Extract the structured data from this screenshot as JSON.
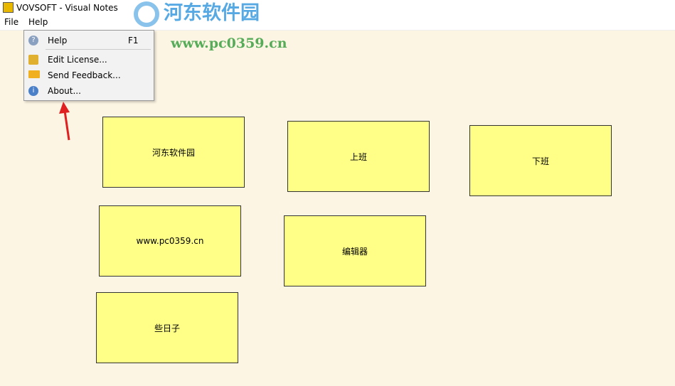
{
  "window": {
    "title": "VOVSOFT - Visual Notes"
  },
  "menubar": {
    "items": [
      "File",
      "Help"
    ]
  },
  "help_menu": {
    "items": [
      {
        "label": "Help",
        "shortcut": "F1",
        "icon": "help-icon"
      },
      {
        "label": "Edit License...",
        "icon": "key-icon"
      },
      {
        "label": "Send Feedback...",
        "icon": "envelope-icon"
      },
      {
        "label": "About...",
        "icon": "info-icon"
      }
    ]
  },
  "notes": [
    "河东软件园",
    "上班",
    "下班",
    "www.pc0359.cn",
    "编辑器",
    "些日子"
  ],
  "watermark": {
    "text": "河东软件园",
    "url": "www.pc0359.cn"
  },
  "colors": {
    "note": "#ffff88",
    "background": "#fdf5e4"
  }
}
